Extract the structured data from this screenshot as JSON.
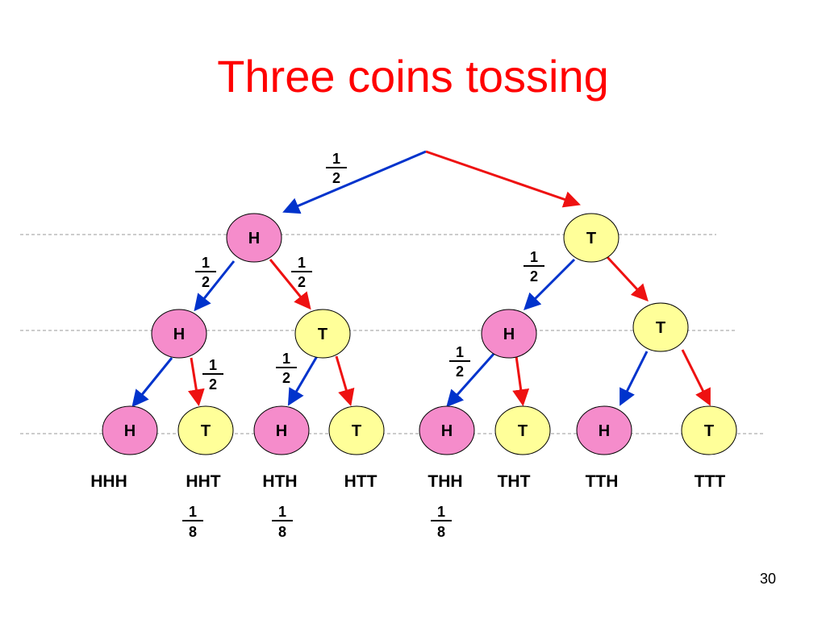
{
  "title": "Three coins tossing",
  "page_number": "30",
  "colors": {
    "title": "#ff0000",
    "heads_fill": "#f58ccb",
    "tails_fill": "#ffff99",
    "heads_arrow": "#0033cc",
    "tails_arrow": "#ee1111"
  },
  "nodes": {
    "l1_h": "H",
    "l1_t": "T",
    "l2_hh": "H",
    "l2_ht": "T",
    "l2_th": "H",
    "l2_tt": "T",
    "l3_hhh": "H",
    "l3_hht": "T",
    "l3_hth": "H",
    "l3_htt": "T",
    "l3_thh": "H",
    "l3_tht": "T",
    "l3_tth": "H",
    "l3_ttt": "T"
  },
  "outcomes": [
    "HHH",
    "HHT",
    "HTH",
    "HTT",
    "THH",
    "THT",
    "TTH",
    "TTT"
  ],
  "branch_probabilities": [
    {
      "num": "1",
      "den": "2"
    },
    {
      "num": "1",
      "den": "2"
    },
    {
      "num": "1",
      "den": "2"
    },
    {
      "num": "1",
      "den": "2"
    },
    {
      "num": "1",
      "den": "2"
    },
    {
      "num": "1",
      "den": "2"
    },
    {
      "num": "1",
      "den": "2"
    }
  ],
  "outcome_probabilities": [
    {
      "num": "1",
      "den": "8"
    },
    {
      "num": "1",
      "den": "8"
    },
    {
      "num": "1",
      "den": "8"
    }
  ]
}
